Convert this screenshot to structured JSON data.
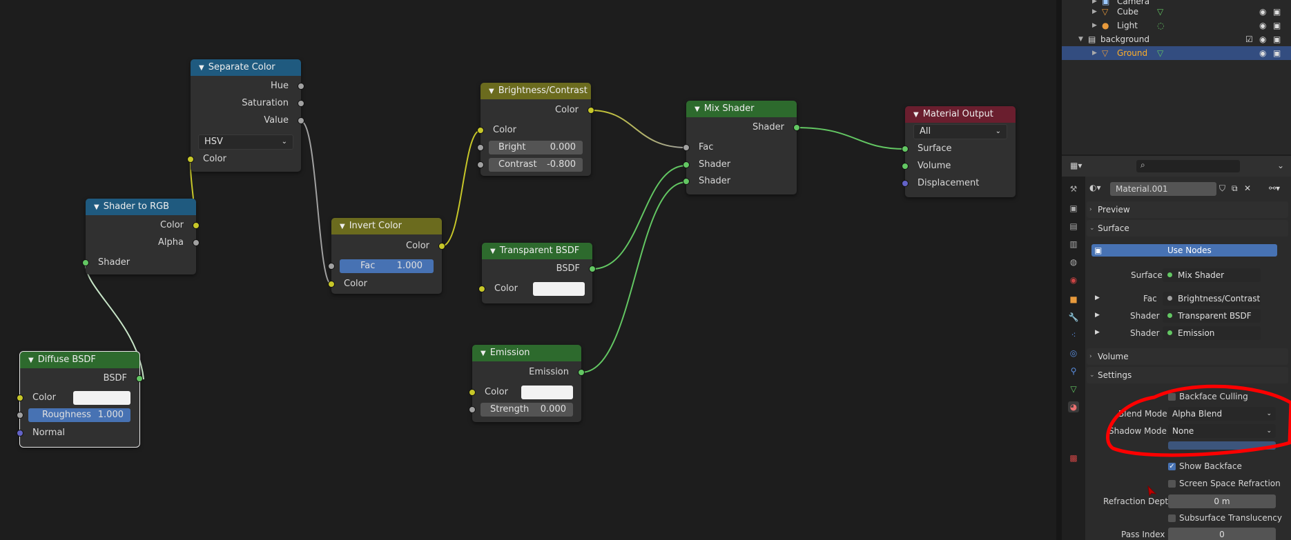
{
  "colors": {
    "accent_blue": "#4772b3",
    "selected_row": "#334d80",
    "annotation_red": "#ff0000",
    "socket_yellow": "#c7c729",
    "socket_grey": "#a1a1a1",
    "socket_green": "#63c763",
    "socket_purple": "#6363c7"
  },
  "nodes": {
    "separate_color": {
      "title": "Separate Color",
      "out_hue": "Hue",
      "out_saturation": "Saturation",
      "out_value": "Value",
      "mode": "HSV",
      "in_color": "Color"
    },
    "shader_to_rgb": {
      "title": "Shader to RGB",
      "out_color": "Color",
      "out_alpha": "Alpha",
      "in_shader": "Shader"
    },
    "diffuse_bsdf": {
      "title": "Diffuse BSDF",
      "out_bsdf": "BSDF",
      "in_color": "Color",
      "roughness_label": "Roughness",
      "roughness_value": "1.000",
      "in_normal": "Normal"
    },
    "invert_color": {
      "title": "Invert Color",
      "out_color": "Color",
      "fac_label": "Fac",
      "fac_value": "1.000",
      "in_color": "Color"
    },
    "brightness_contrast": {
      "title": "Brightness/Contrast",
      "out_color": "Color",
      "in_color": "Color",
      "bright_label": "Bright",
      "bright_value": "0.000",
      "contrast_label": "Contrast",
      "contrast_value": "-0.800"
    },
    "transparent_bsdf": {
      "title": "Transparent BSDF",
      "out_bsdf": "BSDF",
      "in_color": "Color"
    },
    "emission": {
      "title": "Emission",
      "out_emission": "Emission",
      "in_color": "Color",
      "strength_label": "Strength",
      "strength_value": "0.000"
    },
    "mix_shader": {
      "title": "Mix Shader",
      "out_shader": "Shader",
      "in_fac": "Fac",
      "in_shader1": "Shader",
      "in_shader2": "Shader"
    },
    "material_output": {
      "title": "Material Output",
      "target": "All",
      "in_surface": "Surface",
      "in_volume": "Volume",
      "in_displacement": "Displacement"
    }
  },
  "outliner": {
    "items": [
      {
        "label": "Camera"
      },
      {
        "label": "Cube"
      },
      {
        "label": "Light"
      },
      {
        "label": "background"
      },
      {
        "label": "Ground"
      }
    ]
  },
  "properties": {
    "search_icon": "search-icon",
    "material_name": "Material.001",
    "panels": {
      "preview": "Preview",
      "surface": "Surface",
      "volume": "Volume",
      "settings": "Settings"
    },
    "use_nodes": "Use Nodes",
    "surface": {
      "surface_label": "Surface",
      "surface_value": "Mix Shader",
      "fac_label": "Fac",
      "fac_value": "Brightness/Contrast",
      "shader1_label": "Shader",
      "shader1_value": "Transparent BSDF",
      "shader2_label": "Shader",
      "shader2_value": "Emission"
    },
    "settings": {
      "backface_culling": "Backface Culling",
      "blend_mode_label": "Blend Mode",
      "blend_mode_value": "Alpha Blend",
      "shadow_mode_label": "Shadow Mode",
      "shadow_mode_value": "None",
      "show_backface": "Show Backface",
      "screen_space_refraction": "Screen Space Refraction",
      "refraction_depth_label": "Refraction Depth",
      "refraction_depth_value": "0 m",
      "subsurface_translucency": "Subsurface Translucency",
      "pass_index_label": "Pass Index",
      "pass_index_value": "0"
    }
  }
}
